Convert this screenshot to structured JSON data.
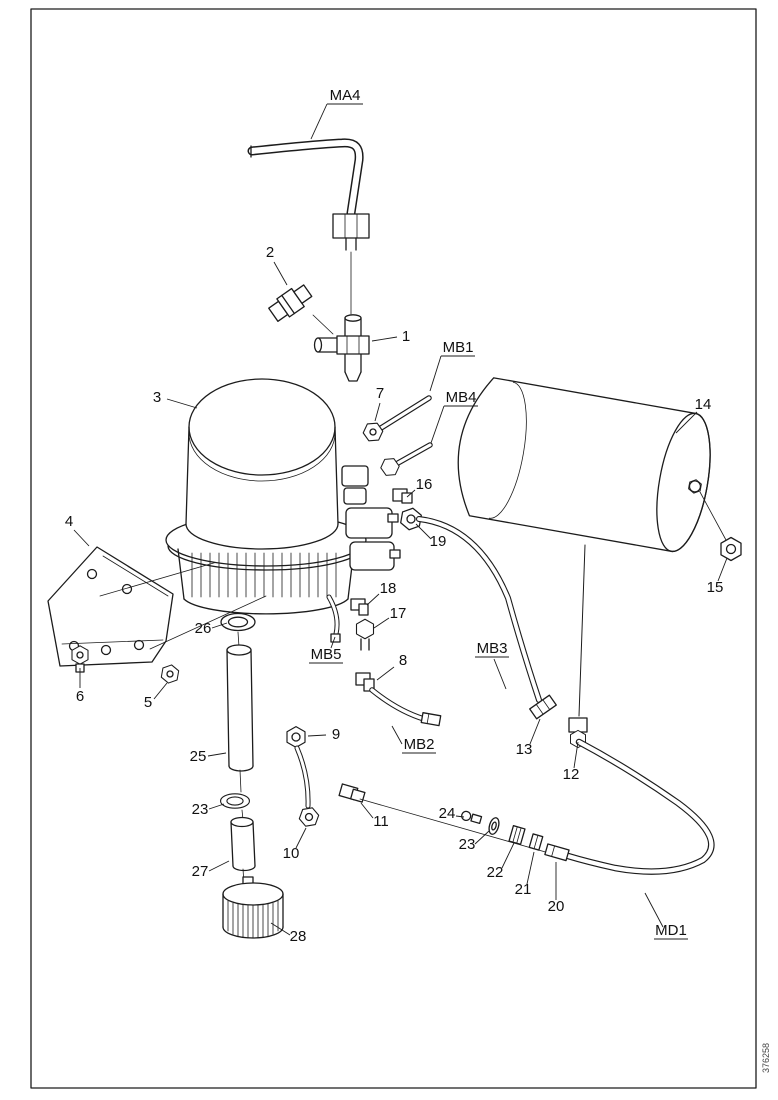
{
  "figure": {
    "colors": {
      "background": "#ffffff",
      "line": "#1c1c1c",
      "label": "#111111"
    },
    "doc_number": "376258",
    "callouts": {
      "n1": "1",
      "n2": "2",
      "n3": "3",
      "n4": "4",
      "n5": "5",
      "n6": "6",
      "n7": "7",
      "n8": "8",
      "n9": "9",
      "n10": "10",
      "n11": "11",
      "n12": "12",
      "n13": "13",
      "n14": "14",
      "n15": "15",
      "n16": "16",
      "n17": "17",
      "n18": "18",
      "n19": "19",
      "n20": "20",
      "n21": "21",
      "n22": "22",
      "n23a": "23",
      "n23b": "23",
      "n24": "24",
      "n25": "25",
      "n26": "26",
      "n27": "27",
      "n28": "28"
    },
    "port_labels": {
      "ma4": "MA4",
      "mb1": "MB1",
      "mb4": "MB4",
      "mb5": "MB5",
      "mb2": "MB2",
      "mb3": "MB3",
      "md1": "MD1"
    }
  }
}
